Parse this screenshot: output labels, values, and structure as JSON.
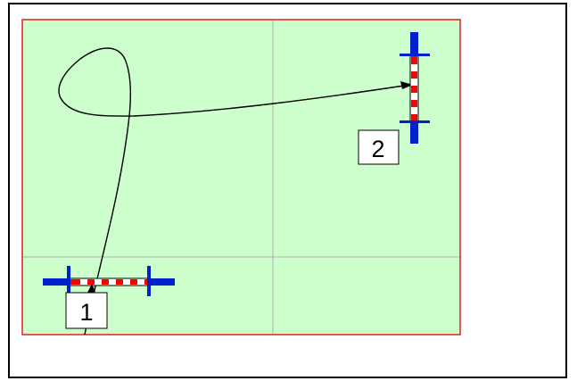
{
  "diagram": {
    "background_color": "#ccffcc",
    "border_color": "#e02020",
    "grid_color": "#b0b0b0",
    "path_color": "#000000",
    "gate_bar_color": "#0022cc",
    "gate_stripe_colors": [
      "#ff0000",
      "#ffffff"
    ],
    "markers": [
      {
        "id": "1",
        "label": "1",
        "orientation": "horizontal"
      },
      {
        "id": "2",
        "label": "2",
        "orientation": "vertical"
      }
    ]
  }
}
